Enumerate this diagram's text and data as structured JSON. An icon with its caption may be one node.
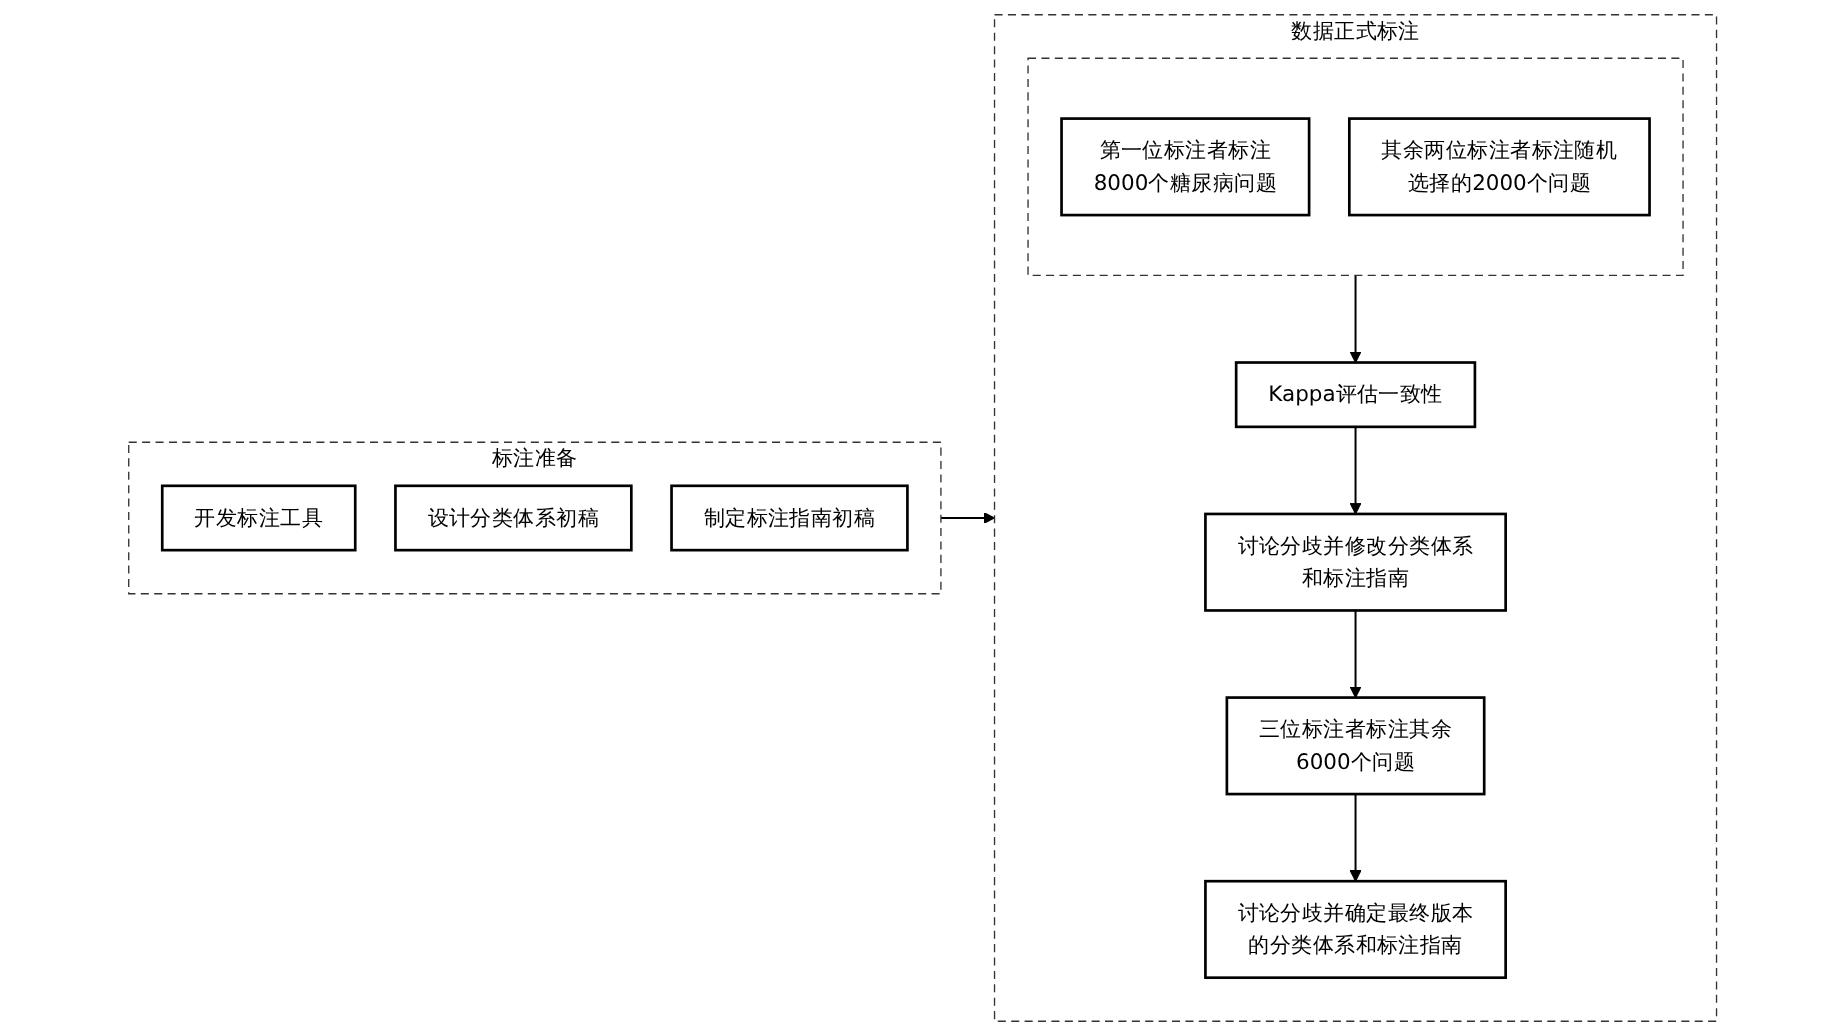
{
  "diagram": {
    "nodes": [
      {
        "text": [
          "标注准备"
        ]
      },
      {
        "text": [
          "开发标注工具"
        ],
        "in": 0
      },
      {
        "text": [
          "设计分类体系初稿"
        ],
        "in": 0
      },
      {
        "text": [
          "制定标注指南初稿"
        ],
        "in": 0
      },
      {
        "text": [
          "数据正式标注"
        ]
      },
      {
        "text": [],
        "shape": "box",
        "in": 4
      },
      {
        "text": [
          "第一位标注者标注8000个糖尿病问题"
        ],
        "in": 5
      },
      {
        "text": [
          "其余两位标注者标注随机选择的2000个问题"
        ],
        "in": 5
      },
      {
        "text": [
          "Kappa评估一致性"
        ],
        "in": 4
      },
      {
        "text": [
          "讨论分歧并修改分类体系和标注指南"
        ],
        "in": 4
      },
      {
        "text": [
          "三位标注者标注其余6000个问题"
        ],
        "in": 4
      },
      {
        "text": [
          "讨论分歧并确定最终版本的分类体系和标注指南"
        ],
        "in": 4
      }
    ],
    "edges": [
      {
        "from": 0,
        "to": 4,
        "arrow": "to"
      },
      {
        "from": 5,
        "to": 8,
        "arrow": "to"
      },
      {
        "from": 8,
        "to": 9,
        "arrow": "to"
      },
      {
        "from": 9,
        "to": 10,
        "arrow": "to"
      },
      {
        "from": 10,
        "to": 11,
        "arrow": "to"
      }
    ]
  }
}
